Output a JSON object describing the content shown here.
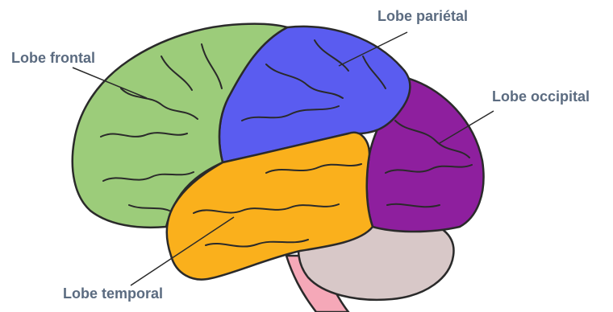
{
  "labels": {
    "frontal": "Lobe frontal",
    "parietal": "Lobe pariétal",
    "occipital": "Lobe occipital",
    "temporal": "Lobe temporal"
  },
  "colors": {
    "frontal": "#9ccc7a",
    "parietal": "#5a5cf0",
    "occipital": "#8e1f9e",
    "temporal": "#fab01c",
    "cerebellum": "#d8c8c8",
    "brainstem": "#f5a8b8",
    "label_text": "#5b6b80",
    "outline": "#2a2a2a"
  }
}
